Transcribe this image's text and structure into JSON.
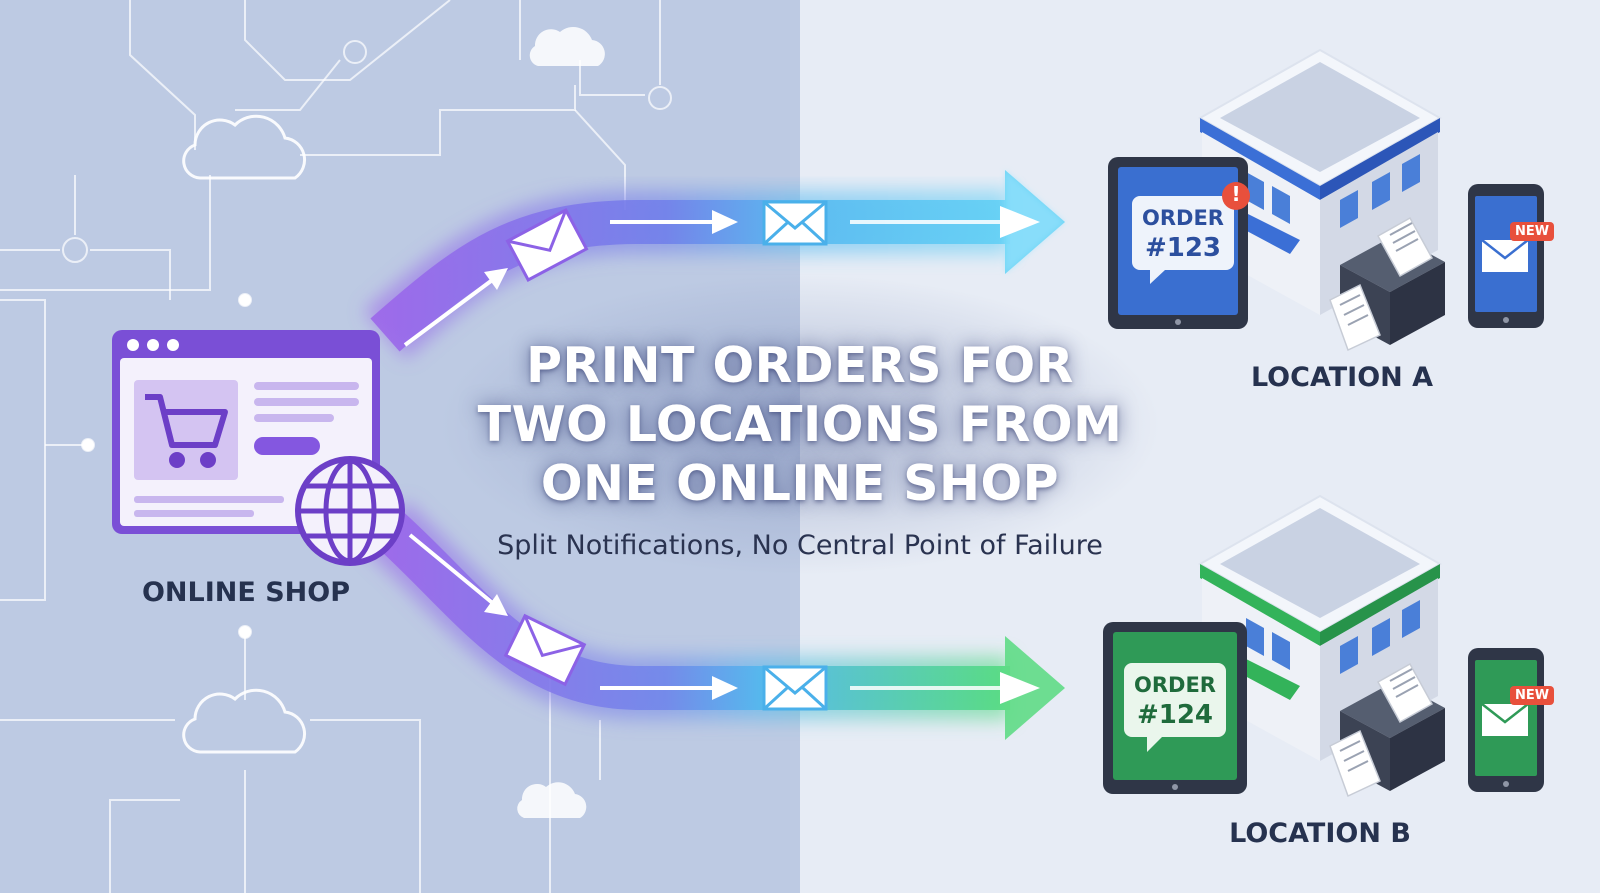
{
  "title_lines": [
    "PRINT ORDERS FOR",
    "TWO LOCATIONS FROM",
    "ONE ONLINE SHOP"
  ],
  "subtitle": "Split Notifications, No Central Point of Failure",
  "online_shop": {
    "label": "ONLINE SHOP"
  },
  "location_a": {
    "label": "LOCATION A",
    "tablet_line1": "ORDER",
    "tablet_line2": "#123",
    "alert": "!",
    "phone_badge": "NEW",
    "accent_color": "#3b6fd6"
  },
  "location_b": {
    "label": "LOCATION B",
    "tablet_line1": "ORDER",
    "tablet_line2": "#124",
    "phone_badge": "NEW",
    "accent_color": "#33b35a"
  },
  "colors": {
    "background_left": "#bcc9e2",
    "background_right": "#e6ebf4",
    "flow_purple": "#8b5ee8",
    "flow_blue": "#4fb6ee",
    "flow_green": "#4fd27d",
    "text_dark": "#26324f"
  },
  "icons": [
    "browser-window-icon",
    "shopping-cart-icon",
    "globe-icon",
    "envelope-icon",
    "cloud-icon",
    "building-icon",
    "tablet-icon",
    "phone-icon",
    "receipt-printer-icon"
  ]
}
